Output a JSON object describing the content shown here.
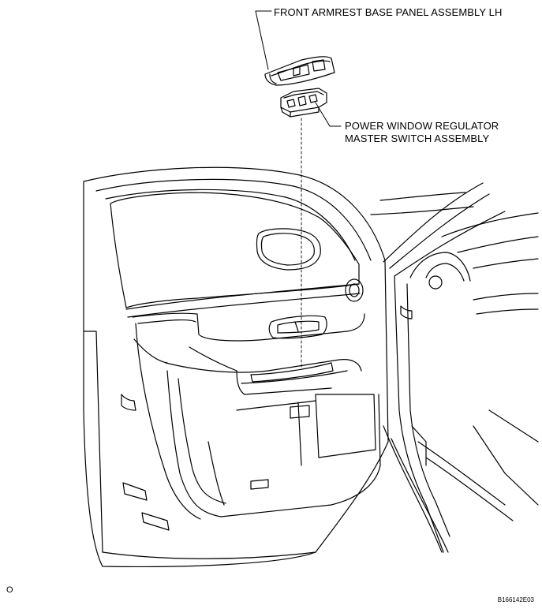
{
  "callouts": {
    "armrest_base_panel": "FRONT ARMREST BASE PANEL ASSEMBLY LH",
    "master_switch_line1": "POWER WINDOW REGULATOR",
    "master_switch_line2": "MASTER SWITCH ASSEMBLY"
  },
  "corner_mark": "O",
  "figure_code": "B166142E03",
  "colors": {
    "line": "#000000",
    "background": "#ffffff"
  }
}
